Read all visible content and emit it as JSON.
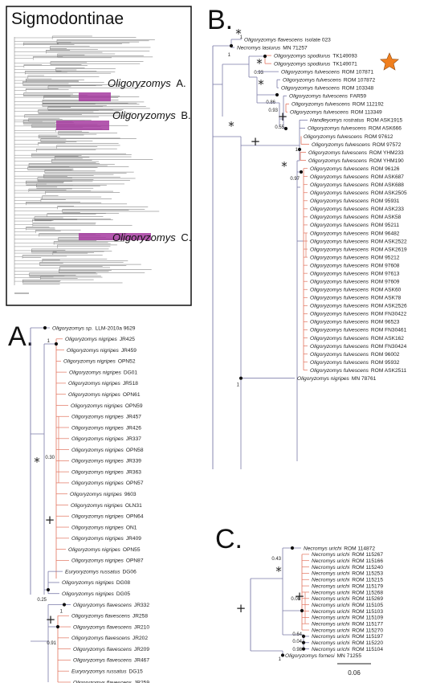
{
  "overview": {
    "title": "Sigmodontinae",
    "labels": [
      {
        "genus": "Oligoryzomys",
        "letter": "A."
      },
      {
        "genus": "Oligoryzomys",
        "letter": "B."
      },
      {
        "genus": "Oligoryzomys",
        "letter": "C."
      }
    ],
    "highlight_color": "#a63ba0"
  },
  "panels": {
    "A": {
      "label": "A.",
      "tips": [
        {
          "genus": "Oligoryzomys sp.",
          "id": "LLM-2010a 9629"
        },
        {
          "genus": "Oligoryzomys nigripes",
          "id": "JR425"
        },
        {
          "genus": "Oligoryzomys nigripes",
          "id": "JR459"
        },
        {
          "genus": "Oligoryzomys nigripes",
          "id": "OPN52"
        },
        {
          "genus": "Oligoryzomys nigripes",
          "id": "DG01"
        },
        {
          "genus": "Oligoryzomys nigripes",
          "id": "JR518"
        },
        {
          "genus": "Oligoryzomys nigripes",
          "id": "OPN61"
        },
        {
          "genus": "Oligoryzomys nigripes",
          "id": "OPN59"
        },
        {
          "genus": "Oligoryzomys nigripes",
          "id": "JR457"
        },
        {
          "genus": "Oligoryzomys nigripes",
          "id": "JR426"
        },
        {
          "genus": "Oligoryzomys nigripes",
          "id": "JR337"
        },
        {
          "genus": "Oligoryzomys nigripes",
          "id": "OPN58"
        },
        {
          "genus": "Oligoryzomys nigripes",
          "id": "JR339"
        },
        {
          "genus": "Oligoryzomys nigripes",
          "id": "JR363"
        },
        {
          "genus": "Oligoryzomys nigripes",
          "id": "OPN57"
        },
        {
          "genus": "Oligoryzomys nigripes",
          "id": "9603"
        },
        {
          "genus": "Oligoryzomys nigripes",
          "id": "OLN31"
        },
        {
          "genus": "Oligoryzomys nigripes",
          "id": "OPN64"
        },
        {
          "genus": "Oligoryzomys nigripes",
          "id": "ON1"
        },
        {
          "genus": "Oligoryzomys nigripes",
          "id": "JR409"
        },
        {
          "genus": "Oligoryzomys nigripes",
          "id": "OPN55"
        },
        {
          "genus": "Oligoryzomys nigripes",
          "id": "OPN87"
        },
        {
          "genus": "Euryoryzomys russatus",
          "id": "DG06"
        },
        {
          "genus": "Oligoryzomys nigripes",
          "id": "DG08"
        },
        {
          "genus": "Oligoryzomys nigripes",
          "id": "DG05"
        },
        {
          "genus": "Oligoryzomys flavescens",
          "id": "JR332"
        },
        {
          "genus": "Oligoryzomys flavescens",
          "id": "JR258"
        },
        {
          "genus": "Oligoryzomys flavescens",
          "id": "JR210"
        },
        {
          "genus": "Oligoryzomys flavescens",
          "id": "JR202"
        },
        {
          "genus": "Oligoryzomys flavescens",
          "id": "JR209"
        },
        {
          "genus": "Oligoryzomys flavescens",
          "id": "JR467"
        },
        {
          "genus": "Euryoryzomys russatus",
          "id": "DG15"
        },
        {
          "genus": "Oligoryzomys flavescens",
          "id": "JR259"
        }
      ],
      "support": [
        "1",
        "0.30",
        "0.25",
        "1",
        "0.91"
      ],
      "markers": [
        "*",
        "+",
        "+"
      ]
    },
    "B": {
      "label": "B.",
      "tips": [
        {
          "genus": "Oligoryzomys flavescens",
          "id": "isolate 023"
        },
        {
          "genus": "Necromys lasiurus",
          "id": "MN 71257"
        },
        {
          "genus": "Oligoryzomys spodiurus",
          "id": "TK149093"
        },
        {
          "genus": "Oligoryzomys spodiurus",
          "id": "TK149071"
        },
        {
          "genus": "Oligoryzomys fulvescens",
          "id": "ROM 107871"
        },
        {
          "genus": "Oligoryzomys fulvescens",
          "id": "ROM 107872"
        },
        {
          "genus": "Oligoryzomys fulvescens",
          "id": "ROM 103348"
        },
        {
          "genus": "Oligoryzomys fulvescens",
          "id": "FAR59"
        },
        {
          "genus": "Oligoryzomys fulvescens",
          "id": "ROM 112192"
        },
        {
          "genus": "Oligoryzomys fulvescens",
          "id": "ROM 113349"
        },
        {
          "genus": "Handleyomys rostratus",
          "id": "ROM ASK1915"
        },
        {
          "genus": "Oligoryzomys fulvescens",
          "id": "ROM ASK666"
        },
        {
          "genus": "Oligoryzomys fulvescens",
          "id": "ROM 97612"
        },
        {
          "genus": "Oligoryzomys fulvescens",
          "id": "ROM 97572"
        },
        {
          "genus": "Oligoryzomys fulvescens",
          "id": "ROM YHM233"
        },
        {
          "genus": "Oligoryzomys fulvescens",
          "id": "ROM YHM190"
        },
        {
          "genus": "Oligoryzomys fulvescens",
          "id": "ROM 96126"
        },
        {
          "genus": "Oligoryzomys fulvescens",
          "id": "ROM ASK687"
        },
        {
          "genus": "Oligoryzomys fulvescens",
          "id": "ROM ASK688"
        },
        {
          "genus": "Oligoryzomys fulvescens",
          "id": "ROM ASK2505"
        },
        {
          "genus": "Oligoryzomys fulvescens",
          "id": "ROM 95931"
        },
        {
          "genus": "Oligoryzomys fulvescens",
          "id": "ROM ASK233"
        },
        {
          "genus": "Oligoryzomys fulvescens",
          "id": "ROM ASK58"
        },
        {
          "genus": "Oligoryzomys fulvescens",
          "id": "ROM 95211"
        },
        {
          "genus": "Oligoryzomys fulvescens",
          "id": "ROM 96482"
        },
        {
          "genus": "Oligoryzomys fulvescens",
          "id": "ROM ASK2522"
        },
        {
          "genus": "Oligoryzomys fulvescens",
          "id": "ROM ASK2619"
        },
        {
          "genus": "Oligoryzomys fulvescens",
          "id": "ROM 95212"
        },
        {
          "genus": "Oligoryzomys fulvescens",
          "id": "ROM 97608"
        },
        {
          "genus": "Oligoryzomys fulvescens",
          "id": "ROM 97613"
        },
        {
          "genus": "Oligoryzomys fulvescens",
          "id": "ROM 97609"
        },
        {
          "genus": "Oligoryzomys fulvescens",
          "id": "ROM ASK60"
        },
        {
          "genus": "Oligoryzomys fulvescens",
          "id": "ROM ASK78"
        },
        {
          "genus": "Oligoryzomys fulvescens",
          "id": "ROM ASK2526"
        },
        {
          "genus": "Oligoryzomys fulvescens",
          "id": "ROM FN30422"
        },
        {
          "genus": "Oligoryzomys fulvescens",
          "id": "ROM 96523"
        },
        {
          "genus": "Oligoryzomys fulvescens",
          "id": "ROM FN30461"
        },
        {
          "genus": "Oligoryzomys fulvescens",
          "id": "ROM ASK162"
        },
        {
          "genus": "Oligoryzomys fulvescens",
          "id": "ROM FN30424"
        },
        {
          "genus": "Oligoryzomys fulvescens",
          "id": "ROM 96002"
        },
        {
          "genus": "Oligoryzomys fulvescens",
          "id": "ROM 95932"
        },
        {
          "genus": "Oligoryzomys fulvescens",
          "id": "ROM ASK2511"
        },
        {
          "genus": "Oligoryzomys nigripes",
          "id": "MN 78761"
        }
      ],
      "support": [
        "1",
        "1",
        "0.93",
        "0.86",
        "0.93",
        "0.55",
        "1",
        "0.97",
        "1"
      ],
      "markers": [
        "*",
        "*",
        "+",
        "*",
        "*",
        "*",
        "+"
      ],
      "star_color": "#f07f1e"
    },
    "C": {
      "label": "C.",
      "tips": [
        {
          "genus": "Necromys urichi",
          "id": "ROM 114872"
        },
        {
          "genus": "Necromys urichi",
          "id": "ROM 115267"
        },
        {
          "genus": "Necromys urichi",
          "id": "ROM 115166"
        },
        {
          "genus": "Necromys urichi",
          "id": "ROM 115240"
        },
        {
          "genus": "Necromys urichi",
          "id": "ROM 115253"
        },
        {
          "genus": "Necromys urichi",
          "id": "ROM 115215"
        },
        {
          "genus": "Necromys urichi",
          "id": "ROM 115179"
        },
        {
          "genus": "Necromys urichi",
          "id": "ROM 115268"
        },
        {
          "genus": "Necromys urichi",
          "id": "ROM 115269"
        },
        {
          "genus": "Necromys urichi",
          "id": "ROM 115105"
        },
        {
          "genus": "Necromys urichi",
          "id": "ROM 115103"
        },
        {
          "genus": "Necromys urichi",
          "id": "ROM 115109"
        },
        {
          "genus": "Necromys urichi",
          "id": "ROM 115177"
        },
        {
          "genus": "Necromys urichi",
          "id": "ROM 115270"
        },
        {
          "genus": "Necromys urichi",
          "id": "ROM 115197"
        },
        {
          "genus": "Necromys urichi",
          "id": "ROM 115220"
        },
        {
          "genus": "Necromys urichi",
          "id": "ROM 115104"
        },
        {
          "genus": "Oligoryzomys fornesi",
          "id": "MN 71255"
        }
      ],
      "support": [
        "0.43",
        "0.08",
        "0.64",
        "0.04",
        "0.98",
        "1"
      ],
      "markers": [
        "*",
        "+",
        "+"
      ]
    }
  },
  "scale_bar": {
    "value": "0.06"
  },
  "colors": {
    "tree": "#7a7aa8",
    "recent": "#e2735e",
    "node": "#111111"
  }
}
